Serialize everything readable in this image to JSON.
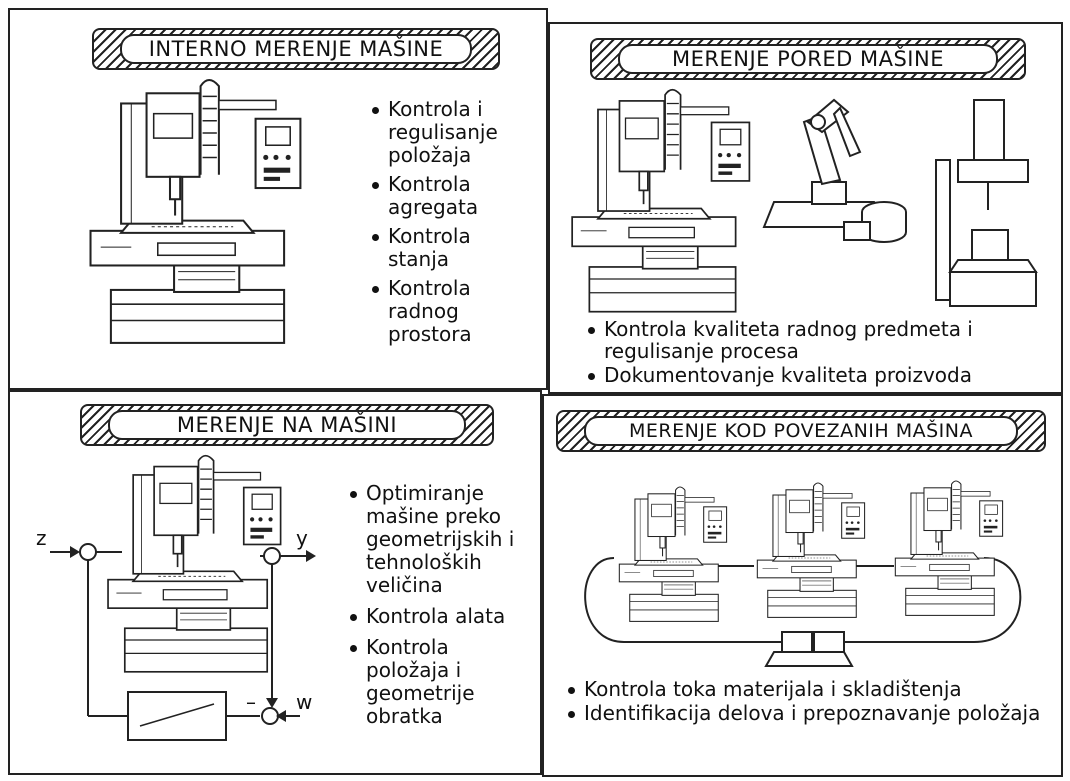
{
  "panels": {
    "internal": {
      "title": "INTERNO  MERENJE  MAŠINE",
      "bullets": [
        "Kontrola i regulisanje položaja",
        "Kontrola agregata",
        "Kontrola stanja",
        "Kontrola radnog prostora"
      ]
    },
    "beside": {
      "title": "MERENJE  PORED  MAŠINE",
      "bullets": [
        "Kontrola kvaliteta radnog predmeta i regulisanje procesa",
        "Dokumentovanje kvaliteta proizvoda"
      ]
    },
    "on_machine": {
      "title": "MERENJE  NA  MAŠINI",
      "bullets": [
        "Optimiranje mašine preko geometrijskih i tehnoloških veličina",
        "Kontrola alata",
        "Kontrola položaja i geometrije obratka"
      ],
      "labels": {
        "z": "z",
        "y": "y",
        "w": "w",
        "minus": "–"
      }
    },
    "linked": {
      "title": "MERENJE  KOD  POVEZANIH  MAŠINA",
      "bullets": [
        "Kontrola toka materijala i skladištenja",
        "Identifikacija delova i prepoznavanje položaja"
      ]
    }
  },
  "colors": {
    "ink": "#222222",
    "paper": "#ffffff"
  }
}
